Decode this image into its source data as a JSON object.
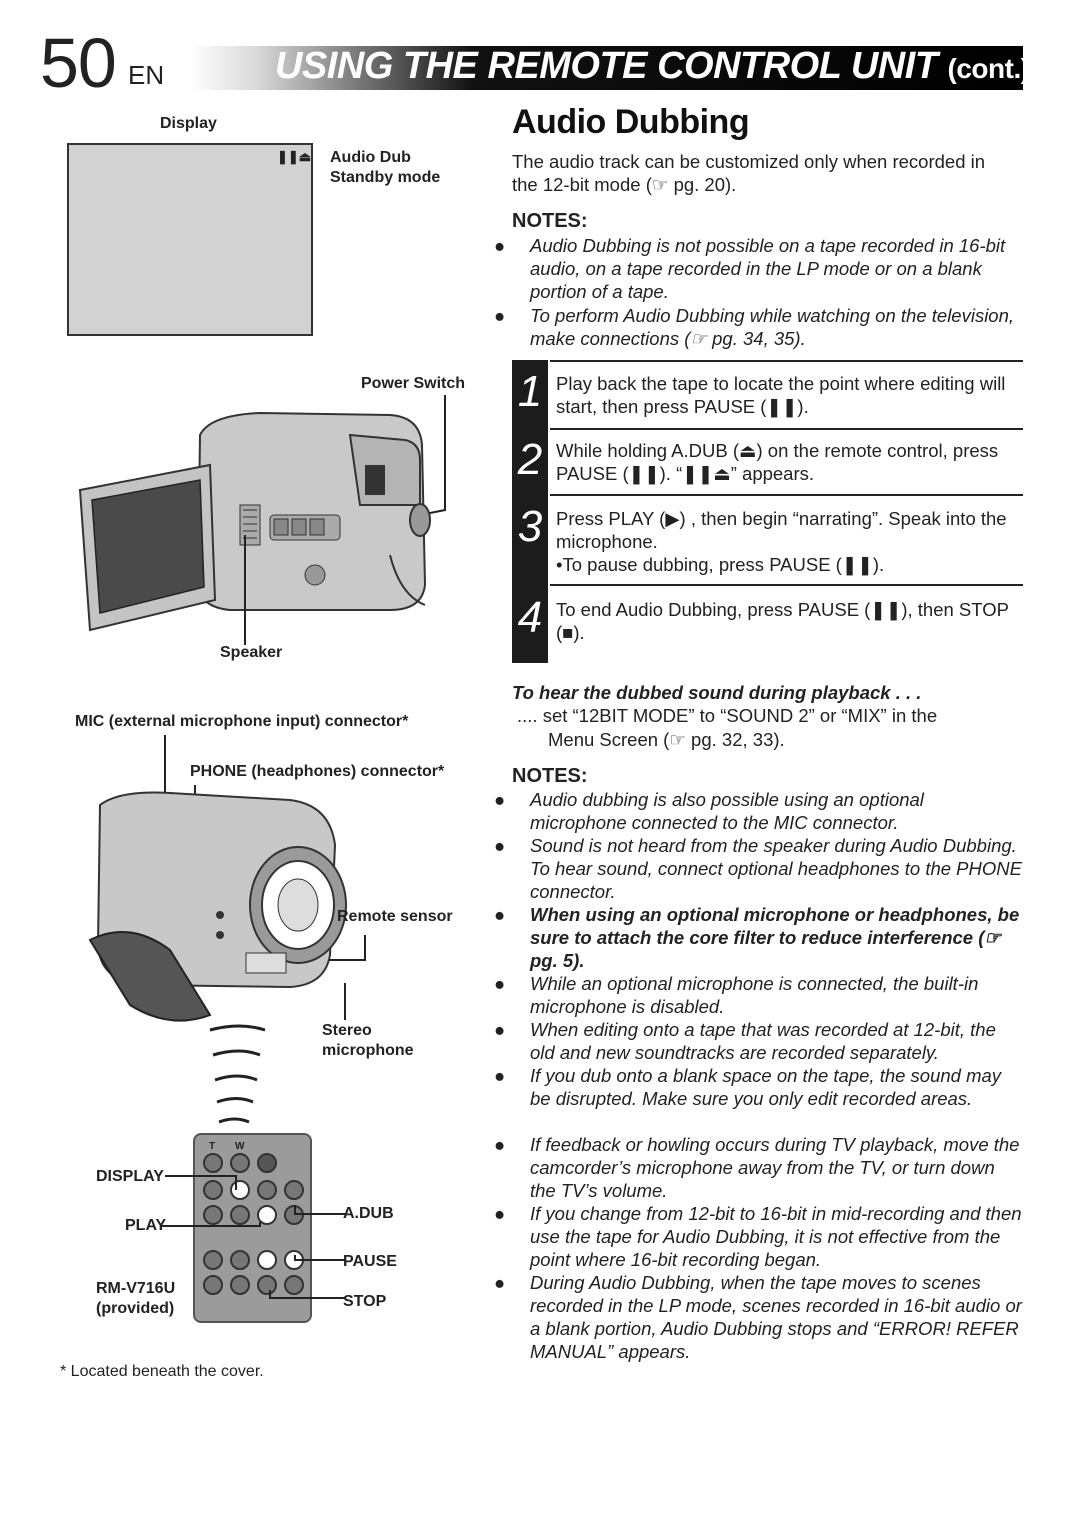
{
  "header": {
    "page_number": "50",
    "language": "EN",
    "title": "USING THE REMOTE CONTROL UNIT",
    "title_suffix": "(cont.)"
  },
  "left": {
    "display_label": "Display",
    "audio_dub_label_1": "Audio Dub",
    "audio_dub_label_2": "Standby mode",
    "power_switch_label": "Power Switch",
    "speaker_label": "Speaker",
    "mic_label": "MIC (external microphone input) connector*",
    "phone_label": "PHONE (headphones) connector*",
    "remote_sensor_label": "Remote sensor",
    "stereo_label_1": "Stereo",
    "stereo_label_2": "microphone",
    "remote_display_label": "DISPLAY",
    "remote_play_label": "PLAY",
    "remote_model_label": "RM-V716U",
    "remote_provided_label": "(provided)",
    "remote_adub_label": "A.DUB",
    "remote_pause_label": "PAUSE",
    "remote_stop_label": "STOP",
    "remote_t_label": "T",
    "remote_w_label": "W",
    "footnote": "* Located beneath the cover."
  },
  "right": {
    "heading": "Audio Dubbing",
    "intro_1": "The audio track can be customized only when recorded in",
    "intro_2": "the 12-bit mode (☞ pg. 20).",
    "notes_label": "NOTES:",
    "notes_1": [
      "Audio Dubbing is not possible on a tape recorded in 16-bit audio, on a tape recorded in the LP mode or on a blank portion of a tape.",
      "To perform Audio Dubbing while watching on the television, make connections (☞ pg. 34, 35)."
    ],
    "steps": [
      {
        "num": "1",
        "text": "Play back the tape to locate the point where editing will start, then press PAUSE (❚❚)."
      },
      {
        "num": "2",
        "text": "While holding A.DUB (⏏) on the remote control, press PAUSE (❚❚). “❚❚⏏” appears."
      },
      {
        "num": "3",
        "text": "Press PLAY (▶) , then begin “narrating”. Speak into the microphone.",
        "sub": "•To pause dubbing, press PAUSE (❚❚)."
      },
      {
        "num": "4",
        "text": "To end Audio Dubbing, press PAUSE (❚❚), then STOP (■)."
      }
    ],
    "playback_heading": "To hear the dubbed sound during playback . . .",
    "playback_line_1": ".... set “12BIT MODE” to “SOUND 2” or “MIX” in the",
    "playback_line_2": "Menu Screen (☞ pg. 32, 33).",
    "notes_2_label": "NOTES:",
    "notes_2": [
      "Audio dubbing is also possible using an optional microphone connected to the MIC connector.",
      "Sound is not heard from the speaker during Audio Dubbing. To hear sound, connect optional headphones to the PHONE connector.",
      "When using an optional microphone or headphones, be sure to attach the core filter to reduce interference (☞ pg. 5).",
      "While an optional microphone is connected, the built-in microphone is disabled.",
      "When editing onto a tape that was recorded at 12-bit, the old and new soundtracks are recorded separately.",
      "If you dub onto a blank space on the tape, the sound may be disrupted. Make sure you only edit recorded areas.",
      "If feedback or howling occurs during TV playback, move the camcorder’s microphone away from the TV, or turn down the TV’s volume.",
      "If you change from 12-bit to 16-bit in mid-recording and then use the tape for Audio Dubbing, it is not effective from the point where 16-bit recording began.",
      "During Audio Dubbing, when the tape moves to scenes recorded in the LP mode, scenes recorded in 16-bit audio or a blank portion, Audio Dubbing stops and “ERROR! REFER MANUAL” appears."
    ]
  }
}
